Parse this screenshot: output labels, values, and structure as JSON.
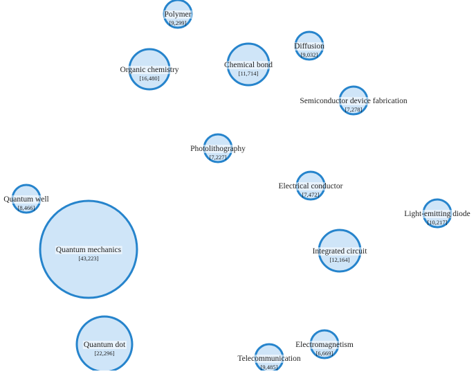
{
  "colors": {
    "node_fill": "#cfe5f8",
    "node_stroke": "#2684cc",
    "background": "#ffffff"
  },
  "nodes": [
    {
      "id": "polymer",
      "label": "Polymer",
      "count": "[9,299]"
    },
    {
      "id": "diffusion",
      "label": "Diffusion",
      "count": "[9,032]"
    },
    {
      "id": "organic-chemistry",
      "label": "Organic chemistry",
      "count": "[16,480]"
    },
    {
      "id": "chemical-bond",
      "label": "Chemical bond",
      "count": "[11,714]"
    },
    {
      "id": "semiconductor-device-fabrication",
      "label": "Semiconductor device fabrication",
      "count": "[7,278]"
    },
    {
      "id": "photolithography",
      "label": "Photolithography",
      "count": "[7,227]"
    },
    {
      "id": "electrical-conductor",
      "label": "Electrical conductor",
      "count": "[7,472]"
    },
    {
      "id": "quantum-well",
      "label": "Quantum well",
      "count": "[8,466]"
    },
    {
      "id": "light-emitting-diode",
      "label": "Light-emitting diode",
      "count": "[10,217]"
    },
    {
      "id": "quantum-mechanics",
      "label": "Quantum mechanics",
      "count": "[43,223]"
    },
    {
      "id": "integrated-circuit",
      "label": "Integrated circuit",
      "count": "[12,164]"
    },
    {
      "id": "quantum-dot",
      "label": "Quantum dot",
      "count": "[22,296]"
    },
    {
      "id": "electromagnetism",
      "label": "Electromagnetism",
      "count": "[6,669]"
    },
    {
      "id": "telecommunication",
      "label": "Telecommunication",
      "count": "[9,485]"
    }
  ]
}
